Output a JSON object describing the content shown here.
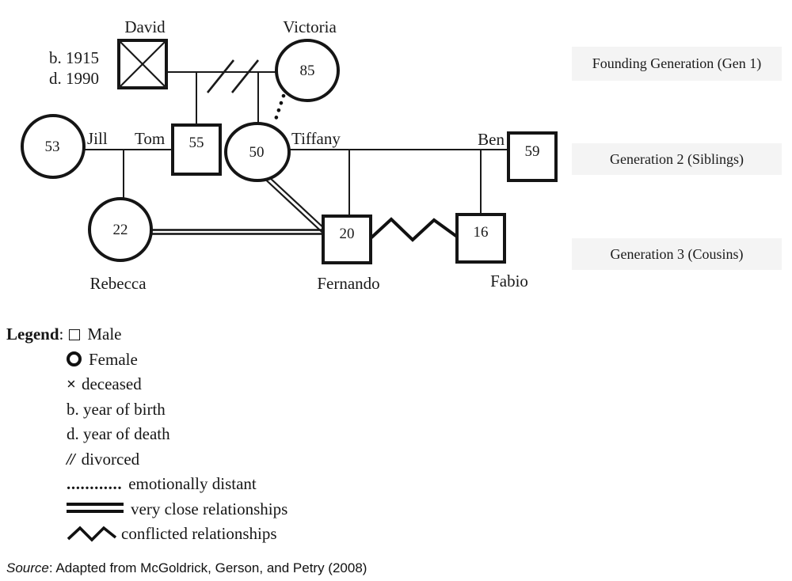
{
  "diagram": {
    "gen1": {
      "david": {
        "name": "David",
        "birth": "b. 1915",
        "death": "d. 1990"
      },
      "victoria": {
        "name": "Victoria",
        "age": "85"
      }
    },
    "gen2": {
      "jill": {
        "name": "Jill",
        "age": "53"
      },
      "tom": {
        "name": "Tom",
        "age": "55"
      },
      "tiffany": {
        "name": "Tiffany",
        "age": "50"
      },
      "ben": {
        "name": "Ben",
        "age": "59"
      }
    },
    "gen3": {
      "rebecca": {
        "name": "Rebecca",
        "age": "22"
      },
      "fernando": {
        "name": "Fernando",
        "age": "20"
      },
      "fabio": {
        "name": "Fabio",
        "age": "16"
      }
    }
  },
  "generation_labels": {
    "gen1": "Founding Generation (Gen 1)",
    "gen2": "Generation 2 (Siblings)",
    "gen3": "Generation 3 (Cousins)"
  },
  "legend": {
    "title": "Legend",
    "separator": ":",
    "male": "Male",
    "female": "Female",
    "deceased_symbol": "×",
    "deceased": "deceased",
    "birth": "b. year of birth",
    "death": "d. year of death",
    "divorced_symbol": "//",
    "divorced": "divorced",
    "distant_symbol": "............",
    "distant": "emotionally distant",
    "very_close": "very close relationships",
    "conflicted": "conflicted relationships"
  },
  "source": {
    "prefix": "Source",
    "text": ": Adapted from McGoldrick, Gerson, and Petry (2008)"
  },
  "colors": {
    "line": "#1a1a1a",
    "label_bg": "#f4f4f4",
    "text": "#1a1a1a"
  }
}
